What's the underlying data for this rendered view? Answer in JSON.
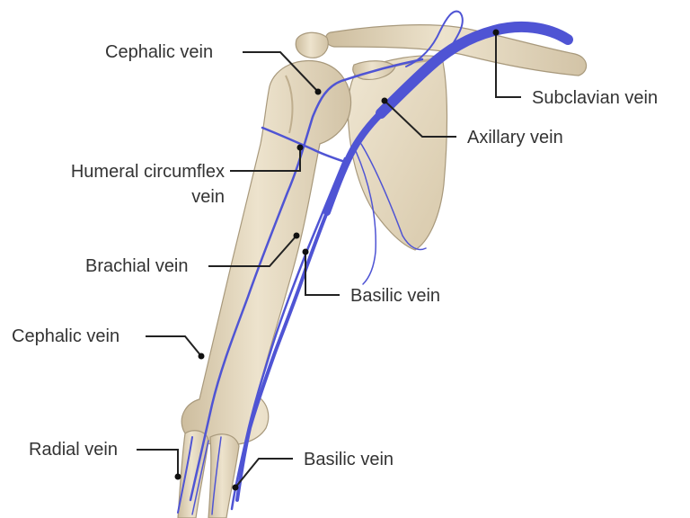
{
  "diagram": {
    "labels": {
      "cephalic_vein_upper": "Cephalic vein",
      "subclavian_vein": "Subclavian vein",
      "axillary_vein": "Axillary vein",
      "humeral_circumflex_vein_line1": "Humeral circumflex",
      "humeral_circumflex_vein_line2": "vein",
      "brachial_vein": "Brachial vein",
      "basilic_vein_upper": "Basilic vein",
      "cephalic_vein_lower": "Cephalic vein",
      "radial_vein": "Radial vein",
      "basilic_vein_lower": "Basilic vein"
    },
    "colors": {
      "vein": "#4f54d4",
      "vein_dark": "#3b3fc0",
      "bone": "#e8dcc4",
      "bone_shade": "#c9b899",
      "bone_outline": "#a8997c",
      "leader_line": "#222222",
      "text": "#333333"
    }
  }
}
